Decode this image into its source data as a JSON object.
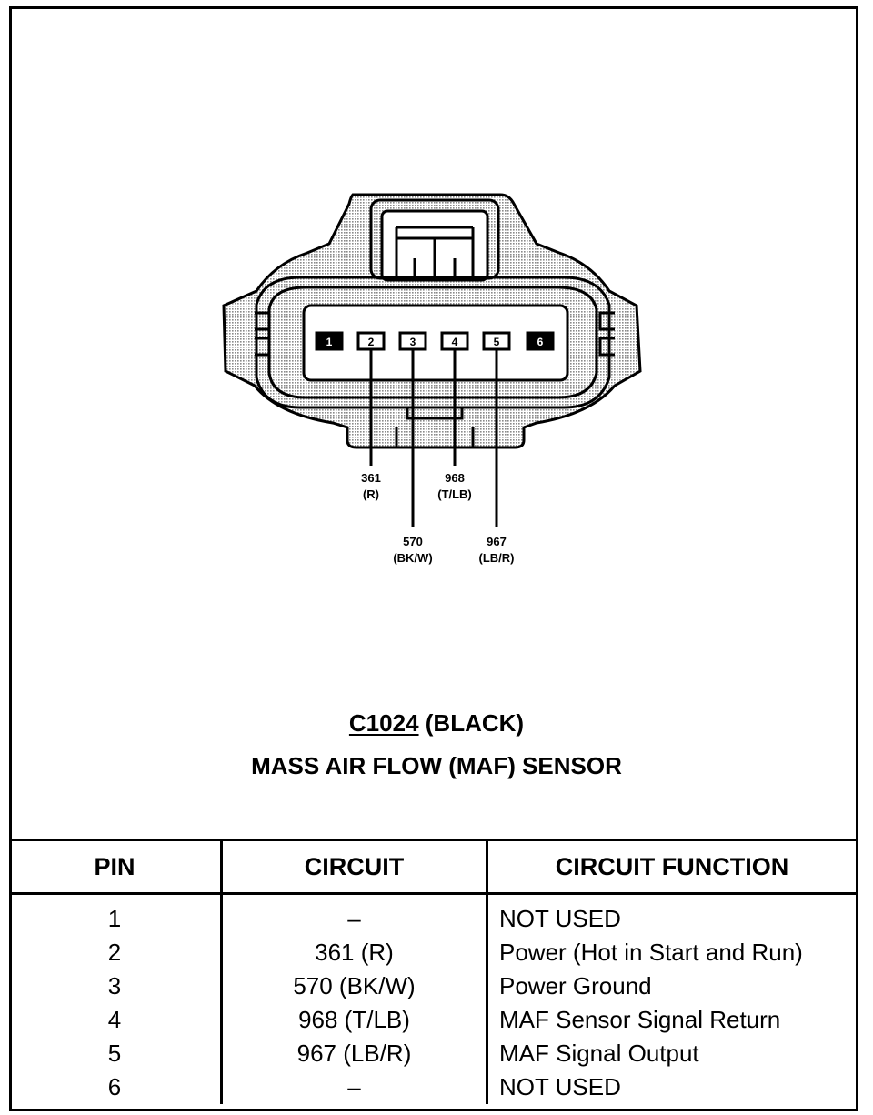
{
  "connector": {
    "id": "C1024",
    "color": "(BLACK)",
    "name": "MASS AIR FLOW (MAF) SENSOR"
  },
  "diagram": {
    "pins": [
      "1",
      "2",
      "3",
      "4",
      "5",
      "6"
    ],
    "wires": [
      {
        "circuit": "361",
        "color": "(R)"
      },
      {
        "circuit": "570",
        "color": "(BK/W)"
      },
      {
        "circuit": "968",
        "color": "(T/LB)"
      },
      {
        "circuit": "967",
        "color": "(LB/R)"
      }
    ]
  },
  "table": {
    "headers": [
      "PIN",
      "CIRCUIT",
      "CIRCUIT FUNCTION"
    ],
    "rows": [
      {
        "pin": "1",
        "circuit": "–",
        "function": "NOT USED"
      },
      {
        "pin": "2",
        "circuit": "361 (R)",
        "function": "Power (Hot in Start and Run)"
      },
      {
        "pin": "3",
        "circuit": "570 (BK/W)",
        "function": "Power Ground"
      },
      {
        "pin": "4",
        "circuit": "968 (T/LB)",
        "function": "MAF Sensor Signal Return"
      },
      {
        "pin": "5",
        "circuit": "967 (LB/R)",
        "function": "MAF Signal Output"
      },
      {
        "pin": "6",
        "circuit": "–",
        "function": "NOT USED"
      }
    ]
  }
}
